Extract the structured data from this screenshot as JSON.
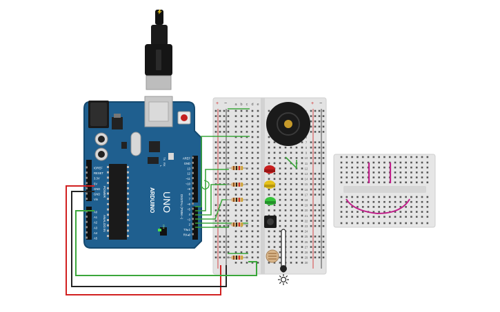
{
  "colors": {
    "board": "#1f5f8f",
    "board_dark": "#15496f",
    "breadboard": "#e3e3e3",
    "hole": "#555555",
    "wire_green": "#3aa63a",
    "wire_red": "#d11f1f",
    "wire_black": "#222222",
    "wire_magenta": "#c0208a",
    "led_red": "#c81e1e",
    "led_yellow": "#e6c21a",
    "led_green": "#36c23a"
  },
  "arduino": {
    "brand": "ARDUINO",
    "model": "UNO",
    "power_header": [
      "IOREF",
      "RESET",
      "3.3V",
      "5V",
      "GND",
      "GND",
      "Vin"
    ],
    "power_label": "POWER",
    "analog_header": [
      "A0",
      "A1",
      "A2",
      "A3",
      "A4",
      "A5"
    ],
    "analog_label": "ANALOG IN",
    "digital_header": [
      "AREF",
      "GND",
      "13",
      "12",
      "~11",
      "~10",
      "~9",
      "8",
      "7",
      "~6",
      "~5",
      "4",
      "~3",
      "2",
      "TX▸1",
      "RX◂0"
    ],
    "digital_label": "DIGITAL (PWM ~)",
    "tx_label": "TX",
    "rx_label": "RX",
    "l_label": "L",
    "on_label": "ON"
  },
  "breadboard_main": {
    "column_letters": [
      "a",
      "b",
      "c",
      "d",
      "e"
    ],
    "rail_plus": "+",
    "rail_minus": "−",
    "row_numbers": [
      "1",
      "2",
      "3",
      "4",
      "5",
      "6",
      "7",
      "8",
      "9",
      "10",
      "11",
      "12",
      "13",
      "14",
      "15",
      "16",
      "17",
      "18",
      "19",
      "20",
      "21",
      "22",
      "23",
      "24",
      "25",
      "26",
      "27",
      "28",
      "29",
      "30"
    ]
  },
  "components": {
    "piezo_icon": "piezo-buzzer-icon",
    "light_icon": "sun-icon",
    "pushbutton_icon": "pushbutton-icon"
  }
}
